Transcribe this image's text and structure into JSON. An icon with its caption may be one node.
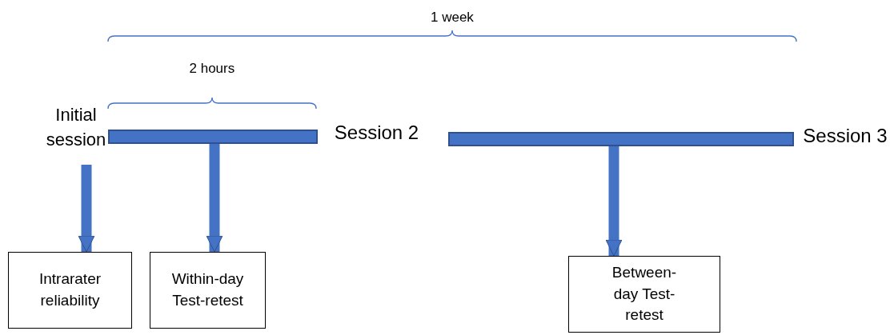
{
  "diagram": {
    "nodes": [
      {
        "text": [
          "Initial session"
        ]
      },
      {
        "text": [],
        "shape": "bar"
      },
      {
        "text": [
          "Session 2"
        ]
      },
      {
        "text": [],
        "shape": "bar"
      },
      {
        "text": [
          "Session 3"
        ]
      },
      {
        "text": [
          "Intrarater reliability"
        ]
      },
      {
        "text": [
          "Within-day Test-retest"
        ]
      },
      {
        "text": [
          "Between-day Test-retest"
        ]
      }
    ],
    "edges": [
      {
        "from": 0,
        "to": 5,
        "arrow": "to"
      },
      {
        "from": 1,
        "to": 6,
        "arrow": "to"
      },
      {
        "from": 3,
        "to": 7,
        "arrow": "to"
      }
    ],
    "labels": [
      "1 week",
      "2 hours"
    ]
  }
}
